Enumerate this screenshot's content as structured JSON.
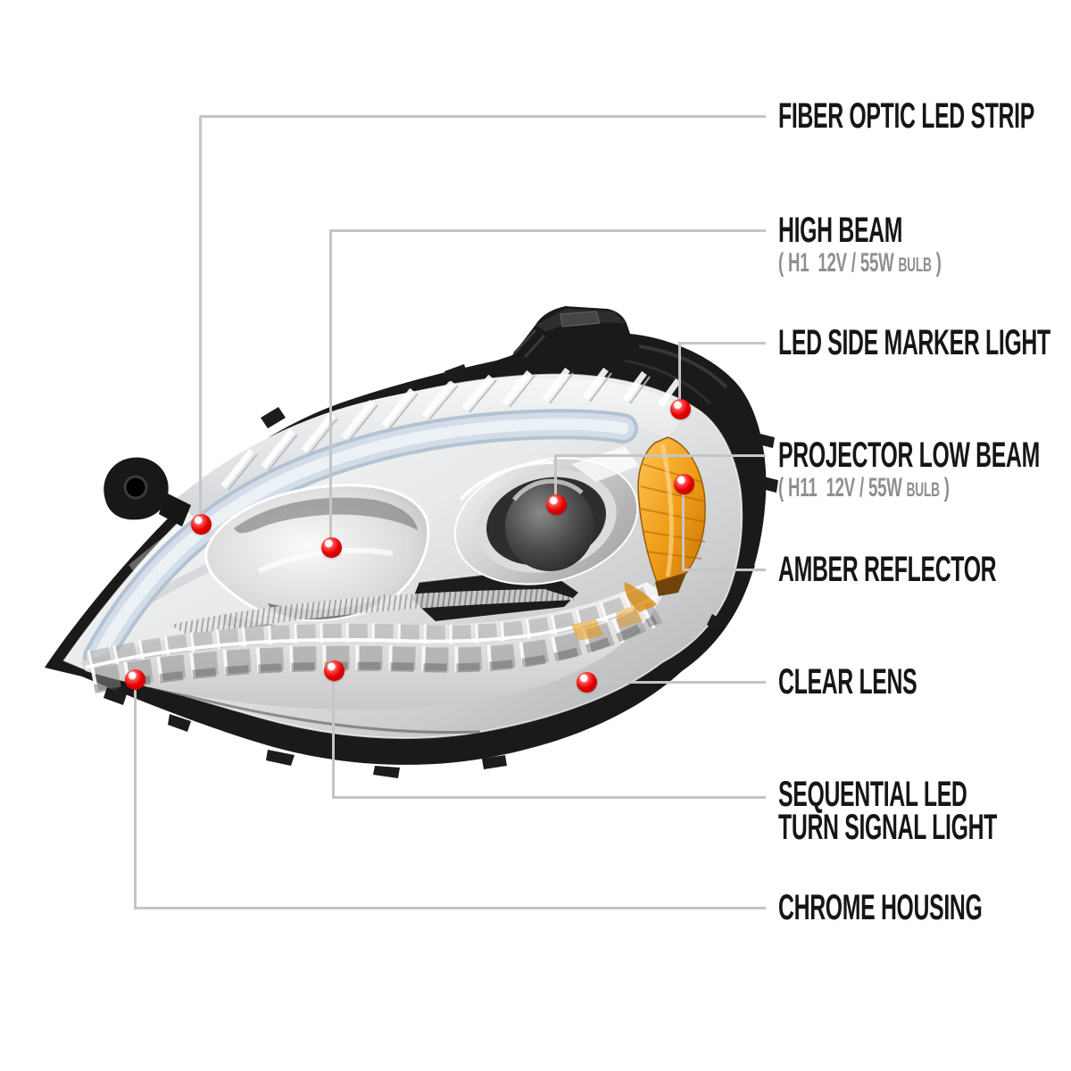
{
  "colors": {
    "background": "#ffffff",
    "label_text": "#161616",
    "subtitle_text": "#8f8f8f",
    "callout_line": "#c5c5c5",
    "callout_dot_red": "#e60000",
    "amber_reflector": "#ef9c18",
    "led_strip_blue": "#d6e0ea",
    "chrome_light": "#f4f4f4",
    "housing_black": "#1a1a1a"
  },
  "callouts": [
    {
      "id": "fiber-optic-led-strip",
      "label": "FIBER OPTIC LED STRIP"
    },
    {
      "id": "high-beam",
      "label": "HIGH BEAM",
      "sub_prefix": "( H1  12V / 55W ",
      "sub_bulb": "BULB",
      "sub_suffix": " )"
    },
    {
      "id": "led-side-marker-light",
      "label": "LED SIDE MARKER LIGHT"
    },
    {
      "id": "projector-low-beam",
      "label": "PROJECTOR LOW BEAM",
      "sub_prefix": "( H11  12V / 55W ",
      "sub_bulb": "BULB",
      "sub_suffix": " )"
    },
    {
      "id": "amber-reflector",
      "label": "AMBER REFLECTOR"
    },
    {
      "id": "clear-lens",
      "label": "CLEAR LENS"
    },
    {
      "id": "sequential-led-turn-signal-light",
      "label": "SEQUENTIAL LED",
      "label_line2": "TURN SIGNAL LIGHT"
    },
    {
      "id": "chrome-housing",
      "label": "CHROME HOUSING"
    }
  ]
}
